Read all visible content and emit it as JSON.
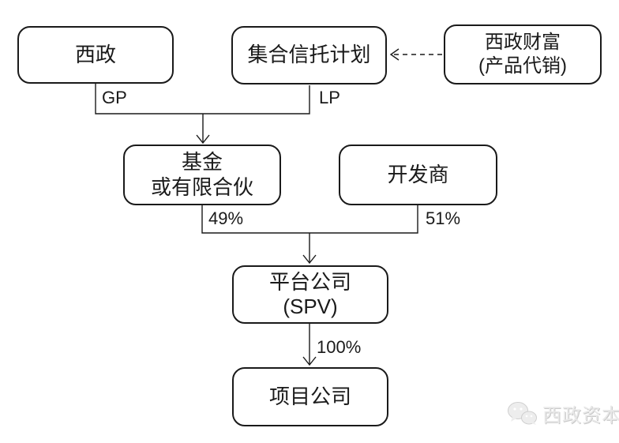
{
  "diagram": {
    "nodes": {
      "xizheng": {
        "label": "西政"
      },
      "trust": {
        "label": "集合信托计划"
      },
      "wealth": {
        "line1": "西政财富",
        "line2": "(产品代销)"
      },
      "fund": {
        "line1": "基金",
        "line2": "或有限合伙"
      },
      "developer": {
        "label": "开发商"
      },
      "spv": {
        "line1": "平台公司",
        "line2": "(SPV)"
      },
      "project": {
        "label": "项目公司"
      }
    },
    "edge_labels": {
      "gp": "GP",
      "lp": "LP",
      "fund_share": "49%",
      "developer_share": "51%",
      "spv_share": "100%"
    },
    "colors": {
      "line": "#1a1a1a",
      "background": "#ffffff",
      "watermark": "#e9e9e9"
    }
  },
  "watermark": {
    "icon": "wechat-icon",
    "text": "西政资本"
  }
}
